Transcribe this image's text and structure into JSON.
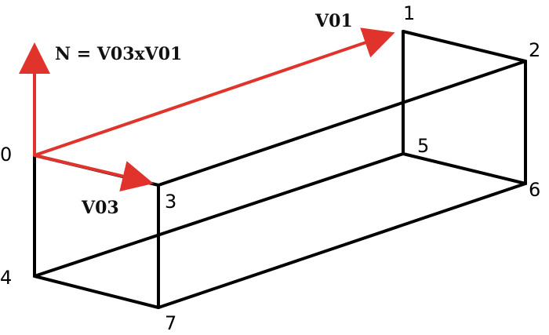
{
  "colors": {
    "edge": "#000000",
    "vector": "#e0332b",
    "background": "#ffffff"
  },
  "vertices": {
    "v0": "0",
    "v1": "1",
    "v2": "2",
    "v3": "3",
    "v4": "4",
    "v5": "5",
    "v6": "6",
    "v7": "7"
  },
  "vectors": {
    "v01": "V01",
    "v03": "V03",
    "normal": "N = V03xV01"
  }
}
